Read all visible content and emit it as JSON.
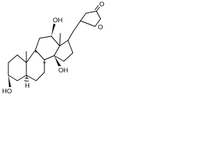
{
  "molecule": {
    "atoms": {
      "ketone_o": "O",
      "ring_o": "O",
      "oh_12": "OH",
      "oh_14": "OH",
      "oh_3": "HO",
      "h_5": "H"
    }
  }
}
